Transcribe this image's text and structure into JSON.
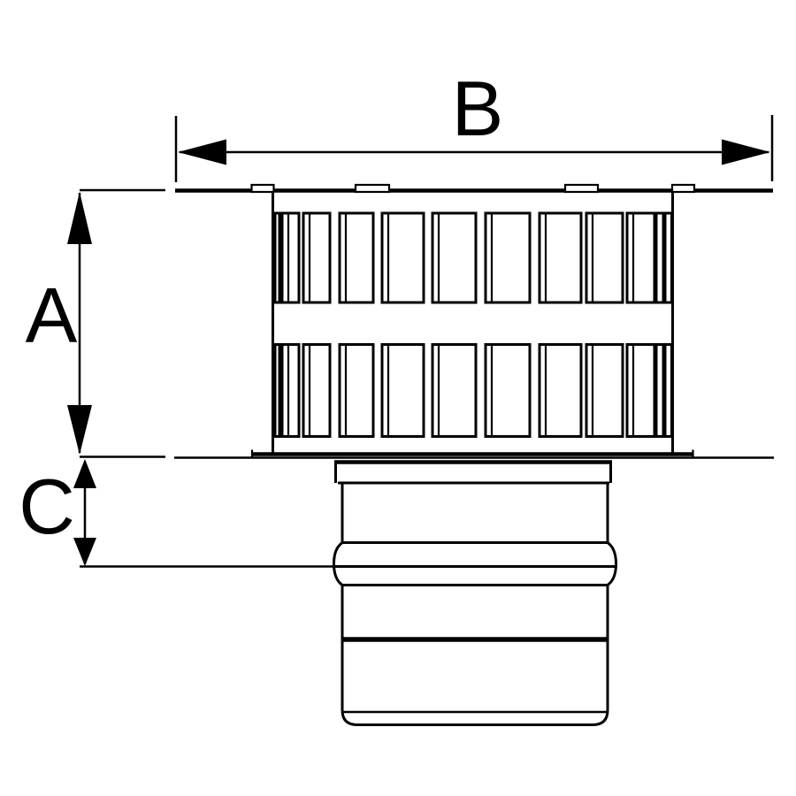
{
  "figure": {
    "background_color": "#ffffff",
    "line_color": "#000000"
  },
  "labels": {
    "A": "A",
    "B": "B",
    "C": "C"
  }
}
